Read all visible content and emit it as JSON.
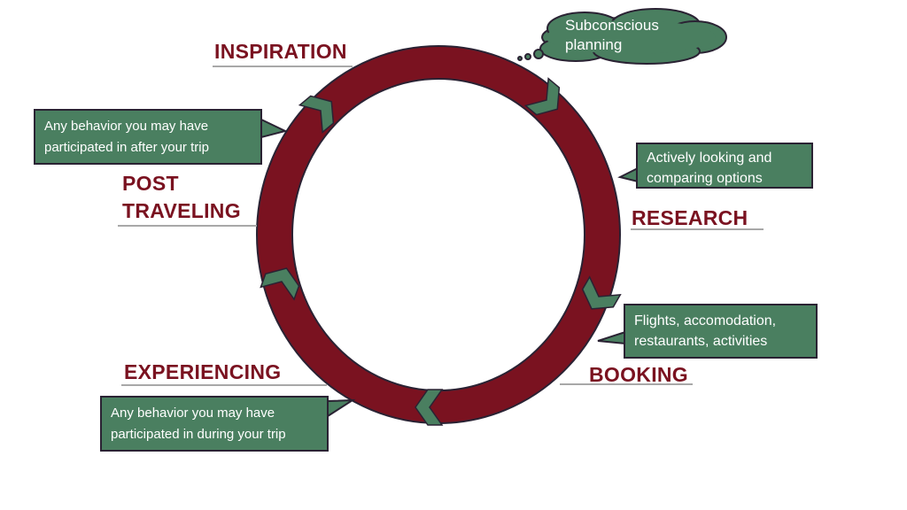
{
  "colors": {
    "ring": "#7a1220",
    "callout": "#4a7f60",
    "outline": "#2a2233"
  },
  "stages": {
    "inspiration": "INSPIRATION",
    "research": "RESEARCH",
    "booking": "BOOKING",
    "experiencing": "EXPERIENCING",
    "post_line1": "POST",
    "post_line2": "TRAVELING"
  },
  "callouts": {
    "thought": {
      "line1": "Subconscious",
      "line2": "planning"
    },
    "research": {
      "line1": "Actively looking and",
      "line2": "comparing options"
    },
    "booking": {
      "line1": "Flights, accomodation,",
      "line2": "restaurants, activities"
    },
    "experiencing": {
      "line1": "Any behavior you may have",
      "line2": "participated in during your trip"
    },
    "post": {
      "line1": "Any behavior you may have",
      "line2": "participated in after your trip"
    }
  }
}
